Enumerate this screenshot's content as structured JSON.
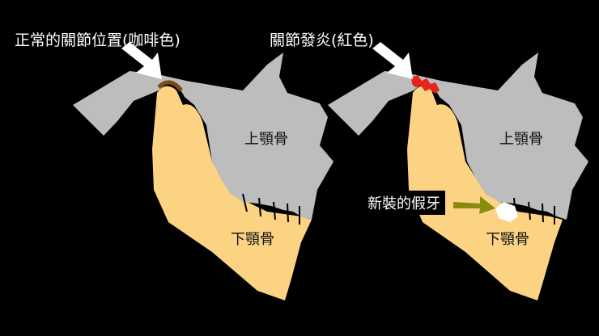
{
  "left_panel": {
    "title": "正常的關節位置(咖啡色)",
    "upper_bone_label": "上顎骨",
    "lower_bone_label": "下顎骨",
    "joint_color": "#7a4a14"
  },
  "right_panel": {
    "title": "關節發炎(紅色)",
    "upper_bone_label": "上顎骨",
    "lower_bone_label": "下顎骨",
    "implant_label": "新裝的假牙",
    "joint_color": "#e8231c",
    "implant_arrow_color": "#8a8a12"
  },
  "colors": {
    "background": "#000000",
    "upper_bone": "#bdbdbd",
    "lower_bone": "#fcd283",
    "arrow": "#ffffff",
    "implant_tooth": "#ffffff"
  }
}
